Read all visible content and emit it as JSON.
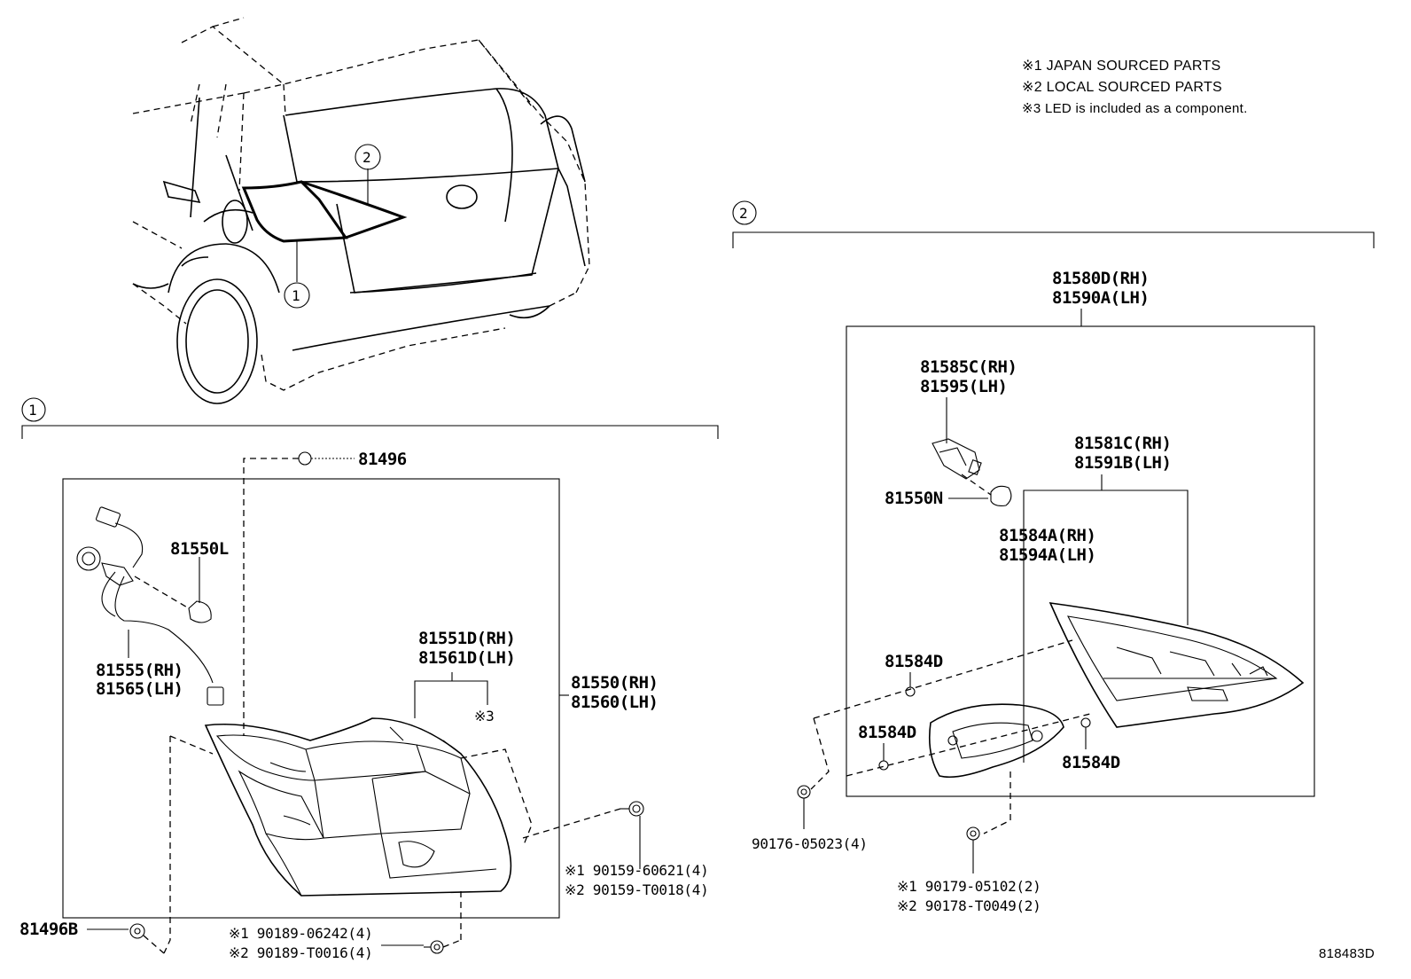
{
  "notes": {
    "line1": "※1 JAPAN SOURCED PARTS",
    "line2": "※2 LOCAL SOURCED PARTS",
    "line3": "※3 LED is included as a component."
  },
  "callouts": {
    "one": "1",
    "two": "2"
  },
  "section1": {
    "p81496": "81496",
    "p81550L": "81550L",
    "p81555": "81555(RH)",
    "p81565": "81565(LH)",
    "p81551D": "81551D(RH)",
    "p81561D": "81561D(LH)",
    "mark3": "※3",
    "p81550": "81550(RH)",
    "p81560": "81560(LH)",
    "p90159a": "※1 90159-60621(4)",
    "p90159b": "※2 90159-T0018(4)",
    "p81496B": "81496B",
    "p90189a": "※1 90189-06242(4)",
    "p90189b": "※2 90189-T0016(4)"
  },
  "section2": {
    "p81580D": "81580D(RH)",
    "p81590A": "81590A(LH)",
    "p81585C": "81585C(RH)",
    "p81595": "81595(LH)",
    "p81581C": "81581C(RH)",
    "p81591B": "81591B(LH)",
    "p81550N": "81550N",
    "p81584A": "81584A(RH)",
    "p81594A": "81594A(LH)",
    "p81584D_1": "81584D",
    "p81584D_2": "81584D",
    "p81584D_3": "81584D",
    "p90176": "90176-05023(4)",
    "p90179a": "※1 90179-05102(2)",
    "p90178b": "※2 90178-T0049(2)"
  },
  "diagram_id": "818483D"
}
